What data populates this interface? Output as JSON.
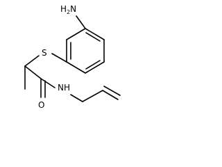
{
  "molecule": {
    "atoms": {
      "amine": {
        "main": "H",
        "sub": "2",
        "tail": "N"
      },
      "sulfur": "S",
      "oxygen": "O",
      "amide": "NH"
    }
  }
}
